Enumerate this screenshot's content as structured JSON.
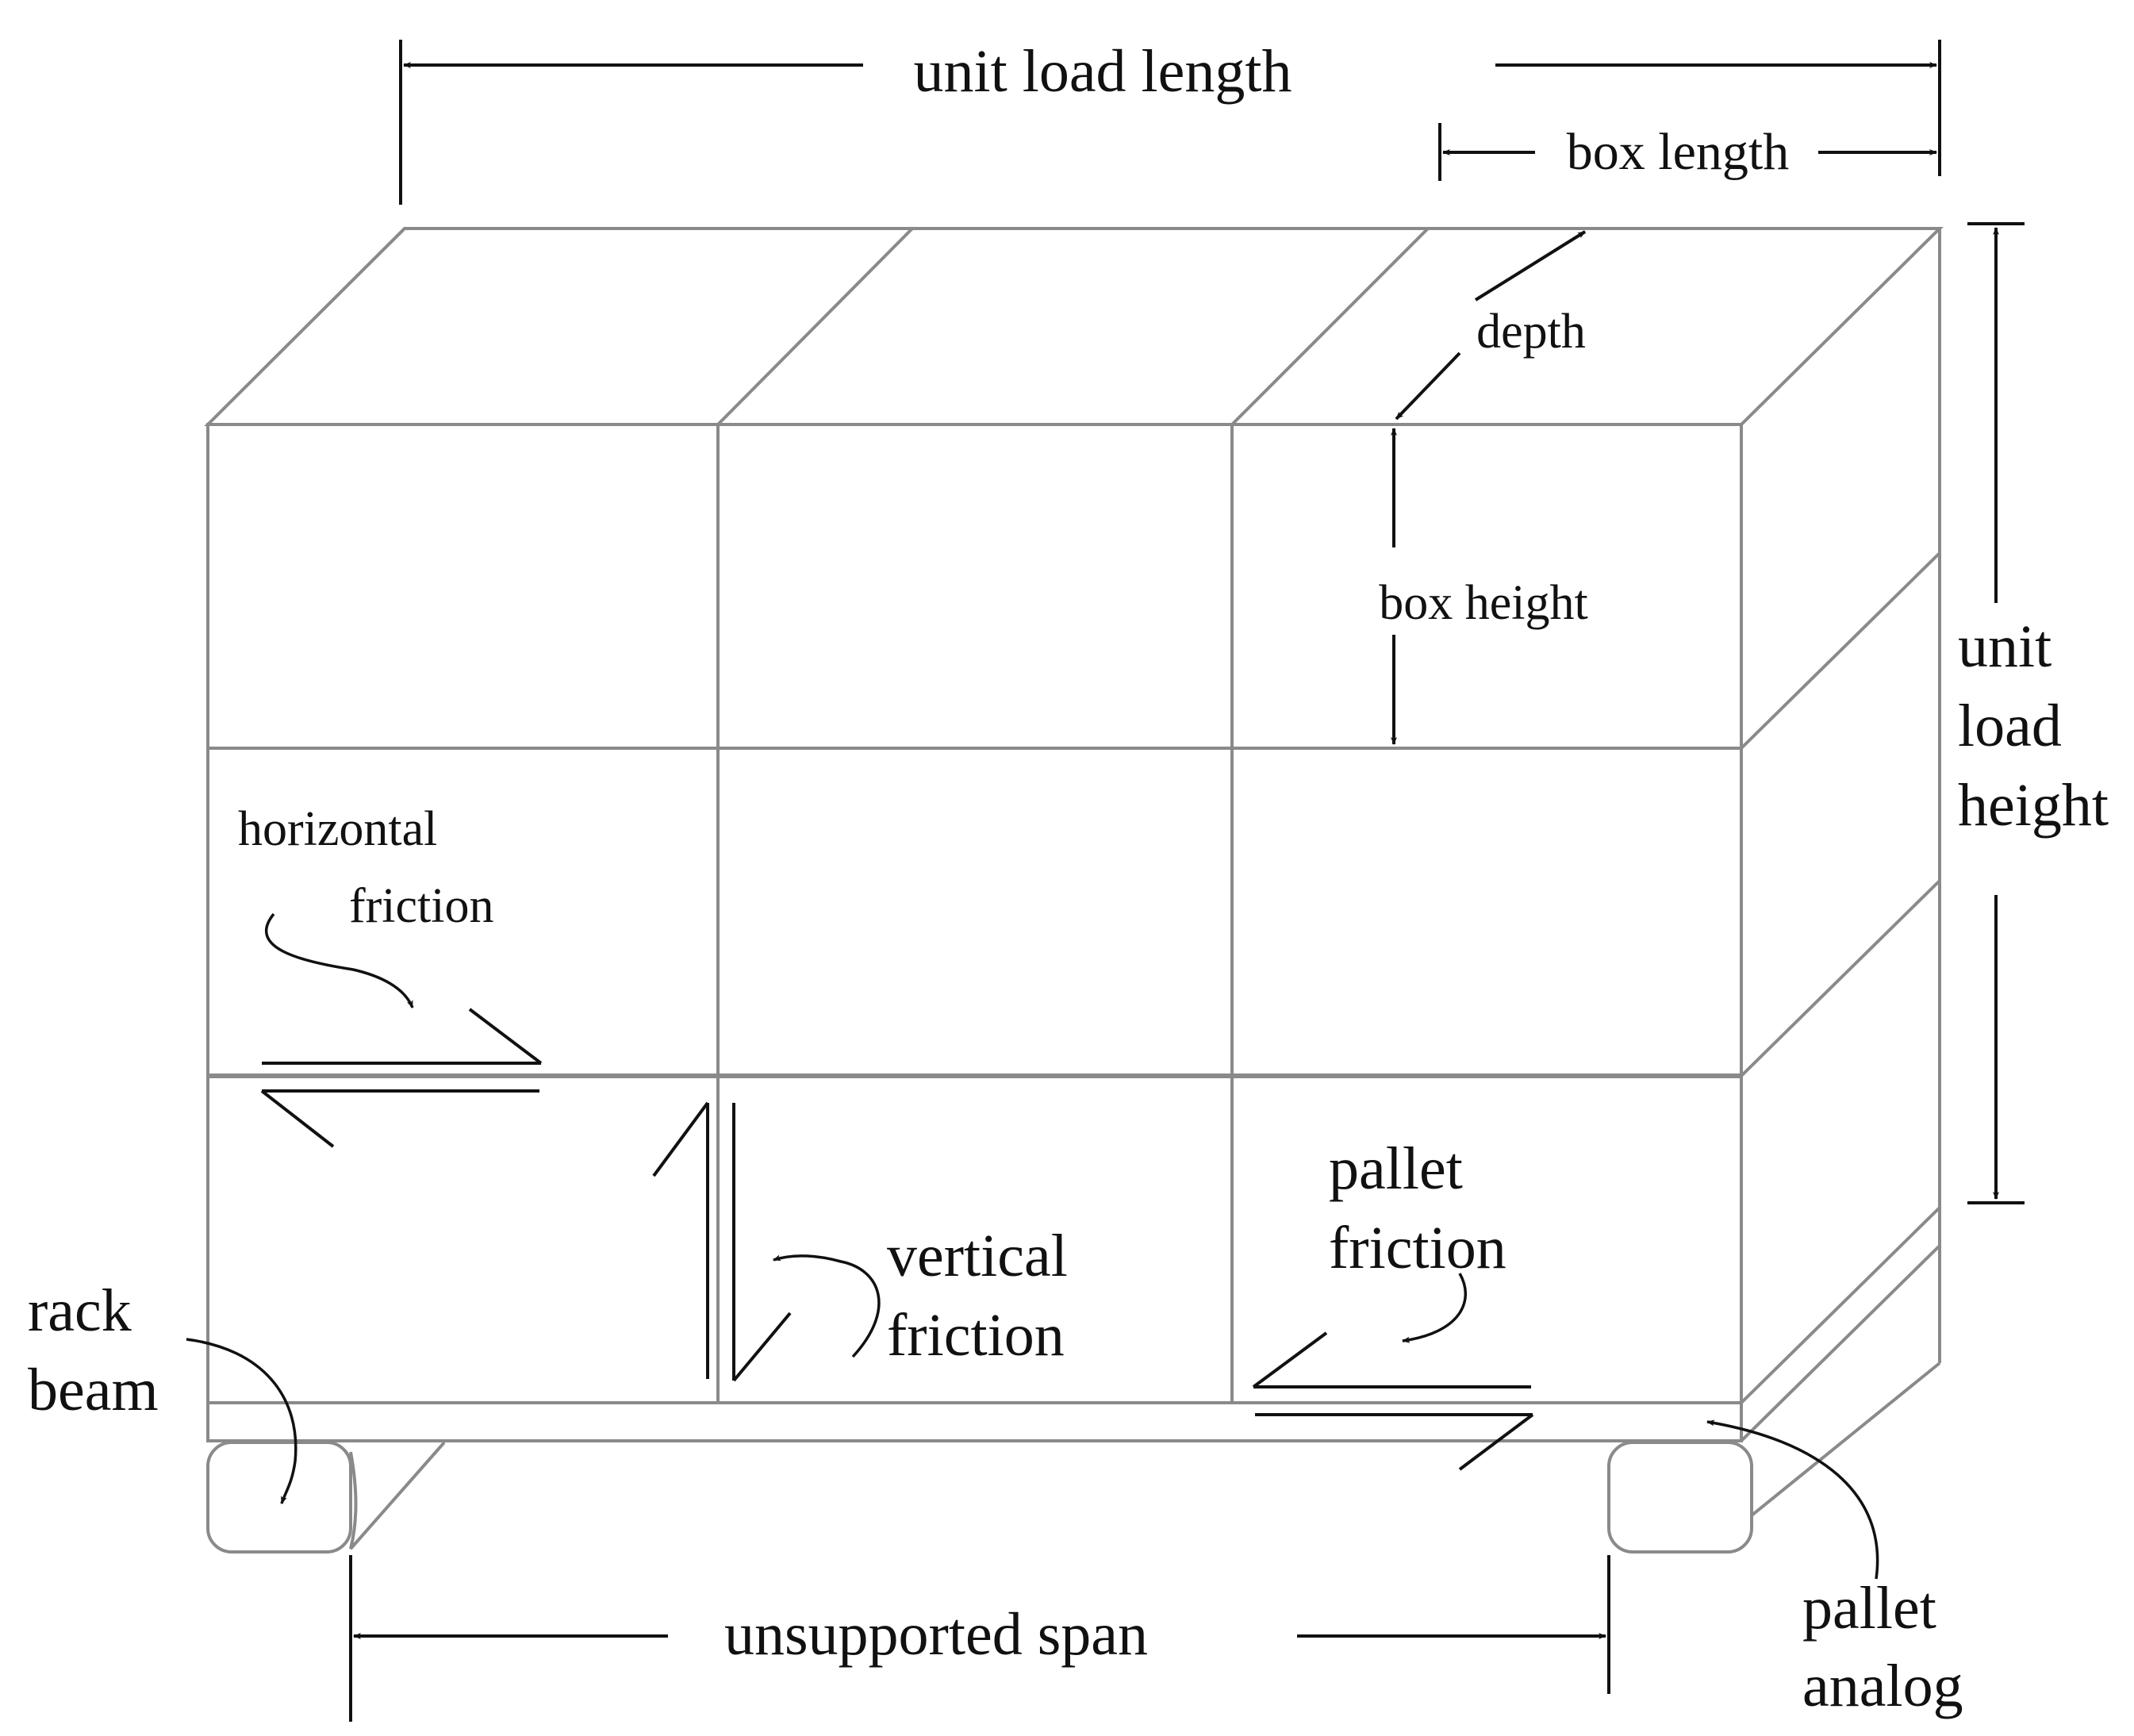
{
  "labels": {
    "unit_load_length": "unit load length",
    "box_length": "box length",
    "depth": "depth",
    "box_height": "box height",
    "unit_load_height": [
      "unit",
      "load",
      "height"
    ],
    "horizontal_friction": [
      "horizontal",
      "friction"
    ],
    "vertical_friction": [
      "vertical",
      "friction"
    ],
    "pallet_friction": [
      "pallet",
      "friction"
    ],
    "rack_beam": [
      "rack",
      "beam"
    ],
    "unsupported_span": "unsupported span",
    "pallet_analog": [
      "pallet",
      "analog"
    ]
  },
  "colors": {
    "box_edges": "#8a8a8a",
    "annotations": "#111111"
  }
}
